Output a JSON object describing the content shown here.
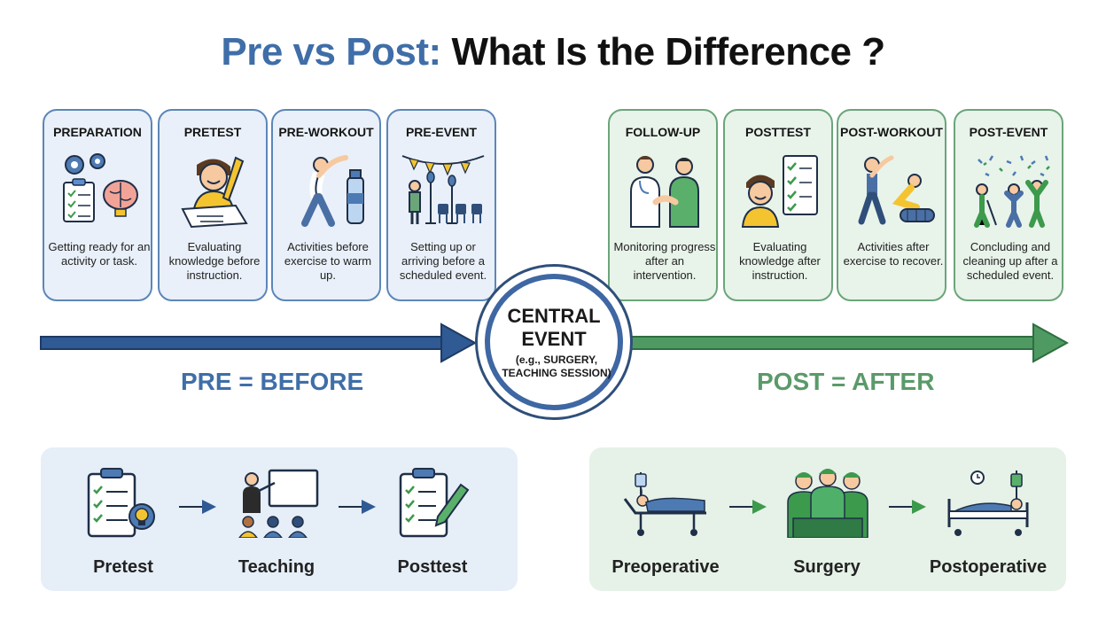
{
  "title": {
    "prefix": "Pre vs Post:",
    "rest": "What Is the Difference ?"
  },
  "colors": {
    "pre": "#3f6ea8",
    "post": "#5a9a6a",
    "pre_bg": "#e9f0f9",
    "post_bg": "#e8f3ea"
  },
  "pre_cards": [
    {
      "title": "PREPARATION",
      "desc": "Getting ready for an activity or task.",
      "icon": "gears-brain-checklist-icon"
    },
    {
      "title": "PRETEST",
      "desc": "Evaluating knowledge before instruction.",
      "icon": "student-writing-icon"
    },
    {
      "title": "PRE-WORKOUT",
      "desc": "Activities before exercise to warm up.",
      "icon": "stretching-person-icon"
    },
    {
      "title": "PRE-EVENT",
      "desc": "Setting up or arriving before a scheduled event.",
      "icon": "event-setup-icon"
    }
  ],
  "post_cards": [
    {
      "title": "FOLLOW-UP",
      "desc": "Monitoring progress after an intervention.",
      "icon": "doctor-handshake-icon"
    },
    {
      "title": "POSTTEST",
      "desc": "Evaluating knowledge after instruction.",
      "icon": "student-checklist-icon"
    },
    {
      "title": "POST-WORKOUT",
      "desc": "Activities after exercise to recover.",
      "icon": "foam-roller-icon"
    },
    {
      "title": "POST-EVENT",
      "desc": "Concluding and cleaning up after a scheduled event.",
      "icon": "confetti-cleanup-icon"
    }
  ],
  "center": {
    "title": "CENTRAL EVENT",
    "subtitle": "(e.g., SURGERY, TEACHING SESSION)"
  },
  "pre_label": "PRE = BEFORE",
  "post_label": "POST = AFTER",
  "education_flow": [
    "Pretest",
    "Teaching",
    "Posttest"
  ],
  "medical_flow": [
    "Preoperative",
    "Surgery",
    "Postoperative"
  ]
}
